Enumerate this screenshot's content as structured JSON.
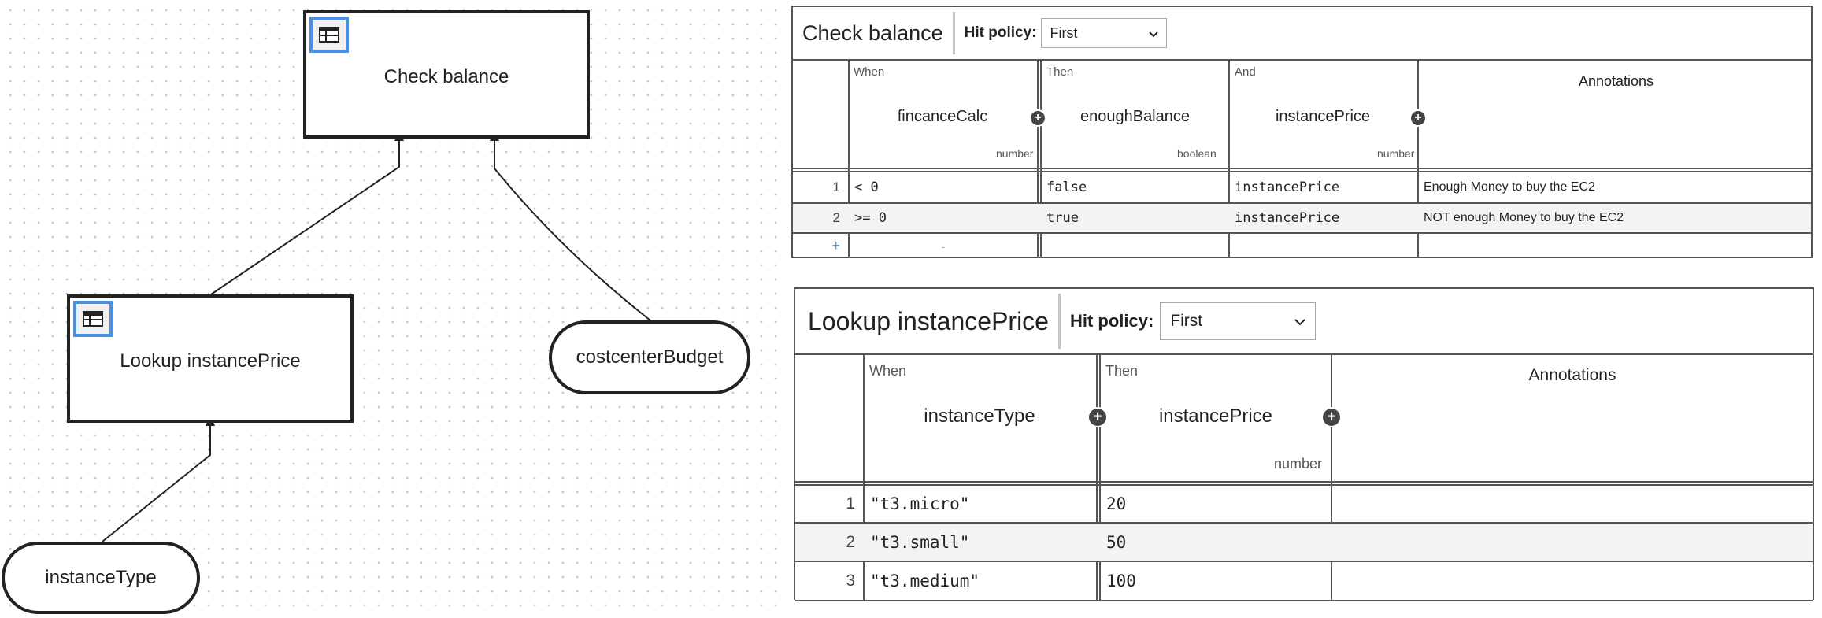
{
  "drd": {
    "decisions": [
      {
        "id": "check-balance",
        "name": "Check balance"
      },
      {
        "id": "lookup-instance-price",
        "name": "Lookup instancePrice"
      }
    ],
    "input_data": [
      {
        "id": "costcenter-budget",
        "name": "costcenterBudget"
      },
      {
        "id": "instance-type",
        "name": "instanceType"
      }
    ],
    "icons": {
      "decision_table": "table-icon"
    }
  },
  "tables": {
    "check_balance": {
      "name": "Check balance",
      "hit_policy_label": "Hit policy:",
      "hit_policy": "First",
      "inputs": [
        {
          "clause": "When",
          "expression": "fincanceCalc",
          "type": "number"
        }
      ],
      "outputs": [
        {
          "clause": "Then",
          "expression": "enoughBalance",
          "type": "boolean"
        },
        {
          "clause": "And",
          "expression": "instancePrice",
          "type": "number"
        }
      ],
      "annotations_header": "Annotations",
      "rows": [
        {
          "num": "1",
          "cells": [
            "< 0",
            "false",
            "instancePrice"
          ],
          "annotation": "Enough Money to buy the EC2"
        },
        {
          "num": "2",
          "cells": [
            ">= 0",
            "true",
            "instancePrice"
          ],
          "annotation": "NOT enough Money to buy the EC2"
        }
      ],
      "add_row": "+",
      "empty_cell": "-"
    },
    "lookup_instance_price": {
      "name": "Lookup instancePrice",
      "hit_policy_label": "Hit policy:",
      "hit_policy": "First",
      "inputs": [
        {
          "clause": "When",
          "expression": "instanceType",
          "type": ""
        }
      ],
      "outputs": [
        {
          "clause": "Then",
          "expression": "instancePrice",
          "type": "number"
        }
      ],
      "annotations_header": "Annotations",
      "rows": [
        {
          "num": "1",
          "cells": [
            "\"t3.micro\"",
            "20"
          ],
          "annotation": ""
        },
        {
          "num": "2",
          "cells": [
            "\"t3.small\"",
            "50"
          ],
          "annotation": ""
        },
        {
          "num": "3",
          "cells": [
            "\"t3.medium\"",
            "100"
          ],
          "annotation": ""
        }
      ]
    }
  },
  "colors": {
    "accent": "#4a90e2",
    "border": "#222222",
    "grid_dot": "#c9c9c9",
    "row_alt": "#f3f3f3"
  }
}
